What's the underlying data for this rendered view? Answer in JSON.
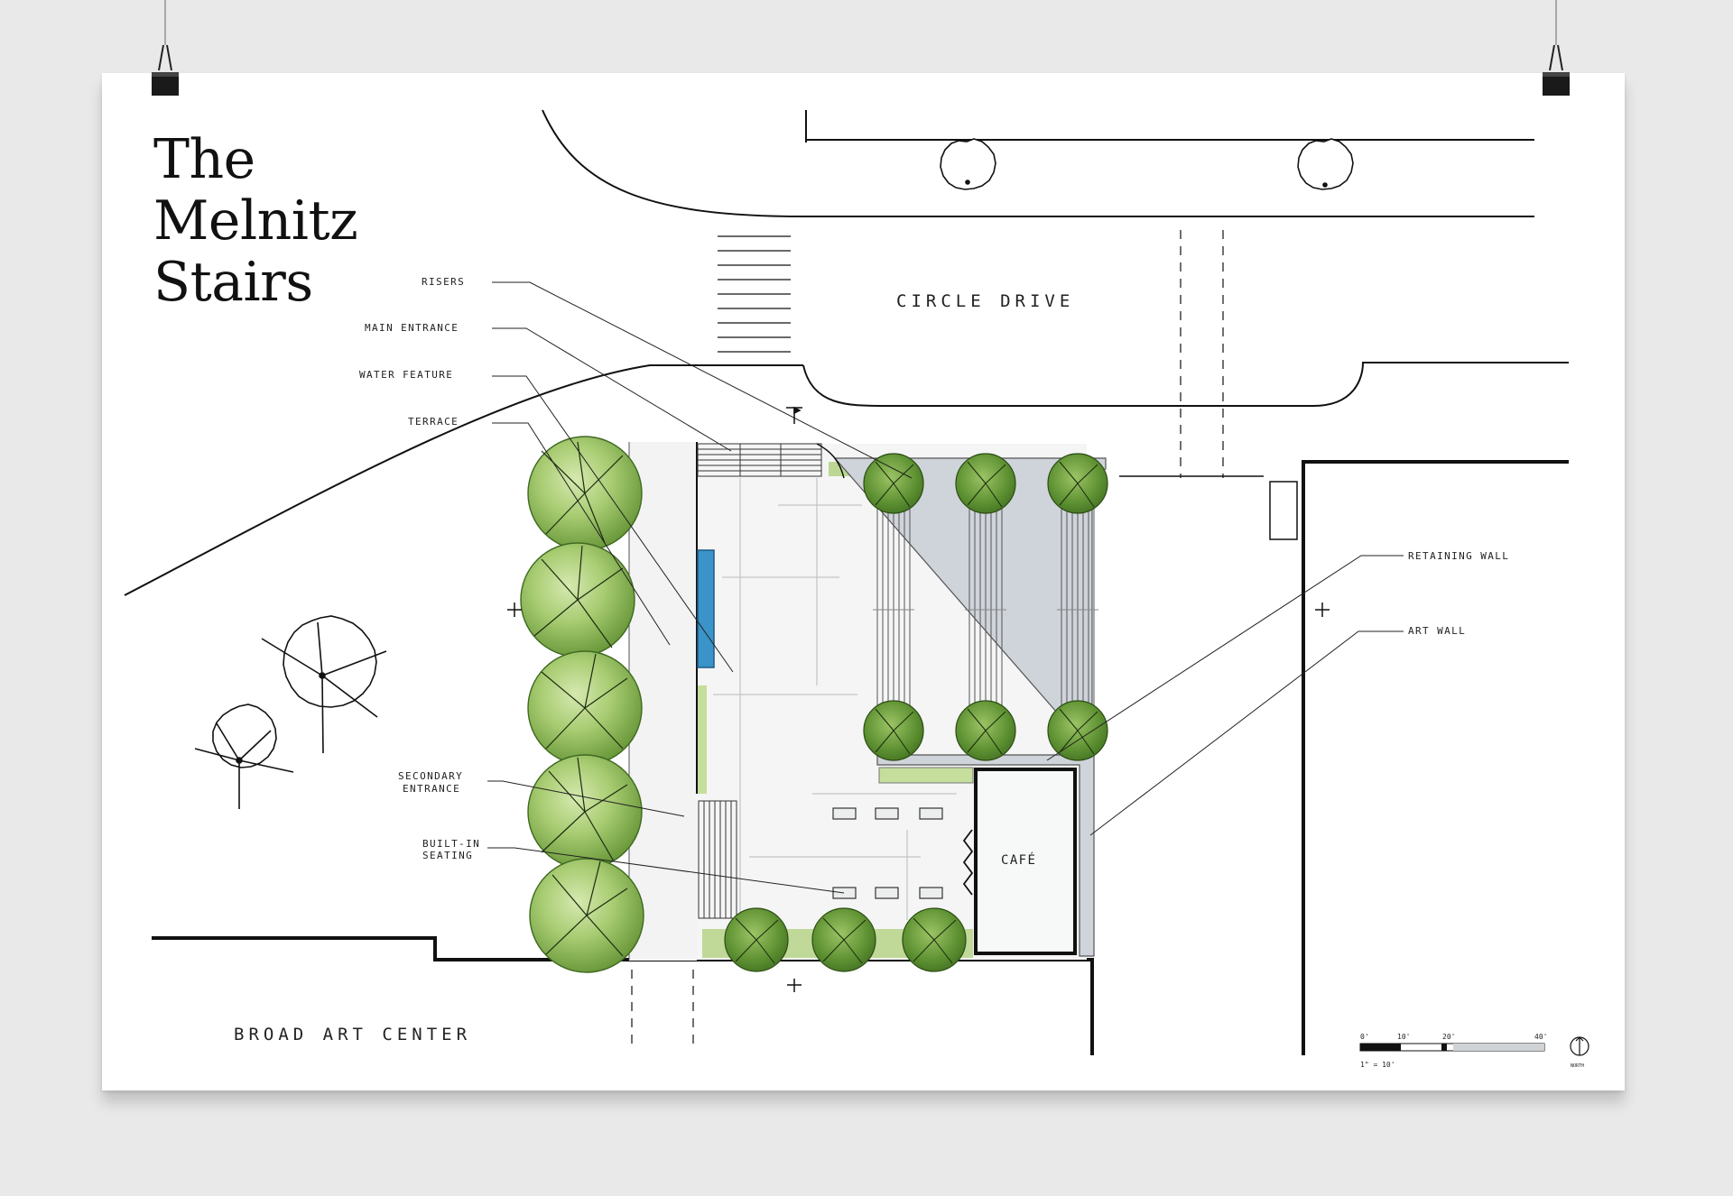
{
  "poster": {
    "title_lines": [
      "The",
      "Melnitz",
      "Stairs"
    ]
  },
  "labels": {
    "risers": "RISERS",
    "main_entrance": "MAIN ENTRANCE",
    "water_feature": "WATER FEATURE",
    "terrace": "TERRACE",
    "secondary_entrance_1": "SECONDARY",
    "secondary_entrance_2": "ENTRANCE",
    "built_in_seating_1": "BUILT-IN",
    "built_in_seating_2": "SEATING",
    "retaining_wall": "RETAINING WALL",
    "art_wall": "ART WALL",
    "circle_drive": "CIRCLE DRIVE",
    "broad_art_center": "BROAD ART CENTER",
    "cafe": "CAFÉ"
  },
  "scale_bar": {
    "ticks": [
      "0'",
      "10'",
      "20'",
      "40'"
    ],
    "ratio": "1\" = 10'",
    "north_label": "NORTH"
  },
  "colors": {
    "tree_light": "#b9d58a",
    "tree_mid": "#88b24e",
    "tree_dark": "#4f7f2a",
    "water": "#3a93c9",
    "paving": "#f4f5f4",
    "wall": "#cfd4da"
  }
}
